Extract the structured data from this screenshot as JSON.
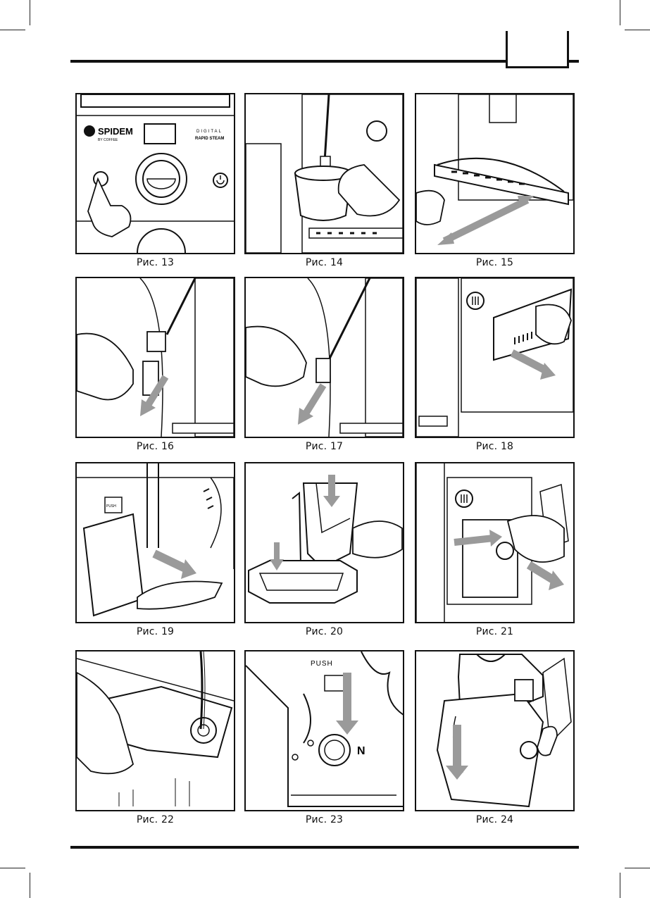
{
  "brand": {
    "logo_text": "SPIDEM",
    "logo_sub": "BY COFFEE",
    "model_line1": "DIGITAL",
    "model_line2": "RAPID STEAM"
  },
  "labels": {
    "push": "PUSH",
    "n_mark": "N"
  },
  "figures": [
    {
      "caption": "Рис. 13"
    },
    {
      "caption": "Рис. 14"
    },
    {
      "caption": "Рис. 15"
    },
    {
      "caption": "Рис. 16"
    },
    {
      "caption": "Рис. 17"
    },
    {
      "caption": "Рис. 18"
    },
    {
      "caption": "Рис. 19"
    },
    {
      "caption": "Рис. 20"
    },
    {
      "caption": "Рис. 21"
    },
    {
      "caption": "Рис. 22"
    },
    {
      "caption": "Рис. 23"
    },
    {
      "caption": "Рис. 24"
    }
  ],
  "colors": {
    "ink": "#111111",
    "arrow": "#9a9a9a",
    "shade": "#d8d8d8"
  }
}
